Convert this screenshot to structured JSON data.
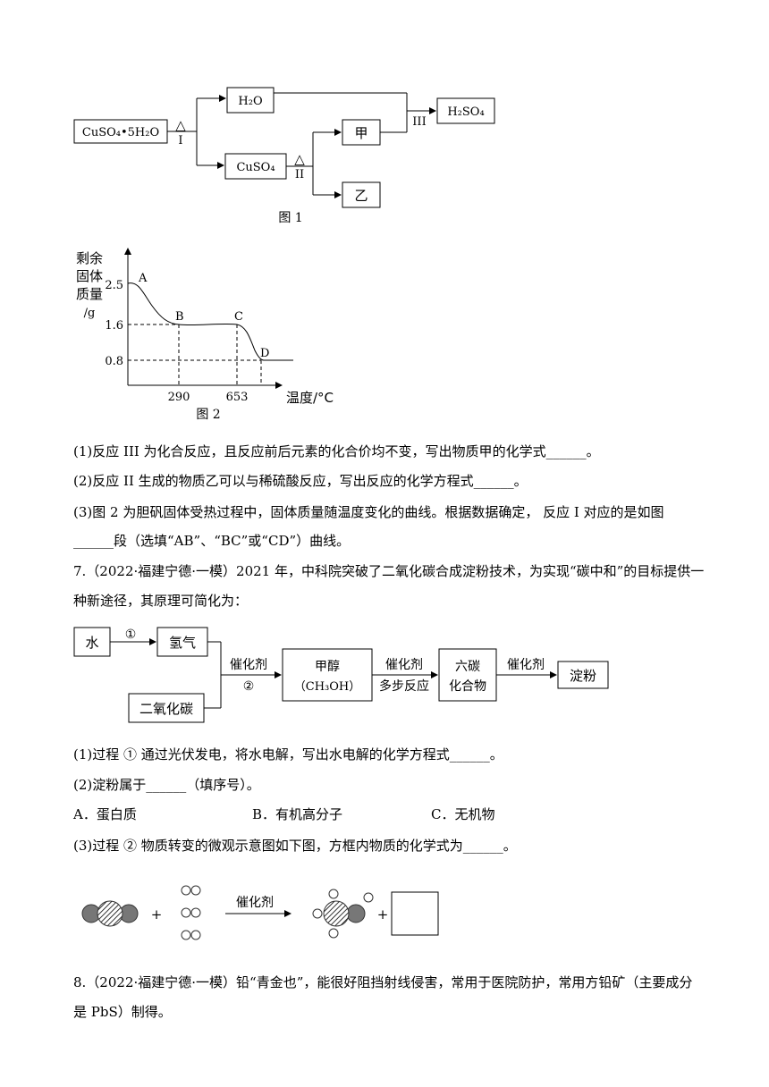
{
  "fig1": {
    "start": "CuSO₄•5H₂O",
    "h2o": "H₂O",
    "cuso4": "CuSO₄",
    "jia": "甲",
    "yi": "乙",
    "h2so4": "H₂SO₄",
    "heat": "△",
    "step1": "I",
    "step2": "II",
    "step3": "III",
    "caption": "图 1"
  },
  "fig2": {
    "ylabel_lines": [
      "剩余",
      "固体",
      "质量",
      "/g"
    ],
    "xlabel": "温度/°C",
    "caption": "图 2",
    "point_labels": [
      "A",
      "B",
      "C",
      "D"
    ],
    "y_ticks": [
      "2.5",
      "1.6",
      "0.8"
    ],
    "x_ticks": [
      "290",
      "653"
    ]
  },
  "chart_data": {
    "type": "line",
    "title": "",
    "xlabel": "温度/°C",
    "ylabel": "剩余固体质量/g",
    "x_ticks": [
      290,
      653
    ],
    "y_ticks": [
      2.5,
      1.6,
      0.8
    ],
    "series": [
      {
        "points": [
          {
            "label": "A",
            "y": 2.5
          },
          {
            "label": "B",
            "x": 290,
            "y": 1.6
          },
          {
            "label": "C",
            "x": 653,
            "y": 1.6
          },
          {
            "label": "D",
            "y": 0.8
          }
        ]
      }
    ],
    "grid": false
  },
  "q6": {
    "p1": "(1)反应 III 为化合反应，且反应前后元素的化合价均不变，写出物质甲的化学式______。",
    "p2": "(2)反应 II 生成的物质乙可以与稀硫酸反应，写出反应的化学方程式______。",
    "p3a": "(3)图 2 为胆矾固体受热过程中，固体质量随温度变化的曲线。根据数据确定， 反应 I 对应的是如图",
    "p3b": "______段（选填“AB”、“BC”或“CD”）曲线。"
  },
  "q7": {
    "intro_a": "7.（2022·福建宁德·一模）2021 年，中科院突破了二氧化碳合成淀粉技术，为实现“碳中和”的目标提供一",
    "intro_b": "种新途径，其原理可简化为：",
    "flow": {
      "water": "水",
      "circle1": "①",
      "hydrogen": "氢气",
      "co2": "二氧化碳",
      "catalyst": "催化剂",
      "circle2": "②",
      "methanol": "甲醇",
      "methanol_formula": "（CH₃OH）",
      "multistep": "多步反应",
      "six_carbon_a": "六碳",
      "six_carbon_b": "化合物",
      "starch": "淀粉"
    },
    "p1": "(1)过程 ① 通过光伏发电，将水电解，写出水电解的化学方程式______。",
    "p2": "(2)淀粉属于______（填序号）。",
    "optA": "A．蛋白质",
    "optB": "B．有机高分子",
    "optC": "C．无机物",
    "p3": "(3)过程 ② 物质转变的微观示意图如下图，方框内物质的化学式为______。",
    "micro": {
      "plus": "+",
      "catalyst": "催化剂"
    }
  },
  "q8": {
    "line_a": "8.（2022·福建宁德·一模）铅“青金也”，能很好阻挡射线侵害，常用于医院防护，常用方铅矿（主要成分",
    "line_b": "是 PbS）制得。"
  }
}
